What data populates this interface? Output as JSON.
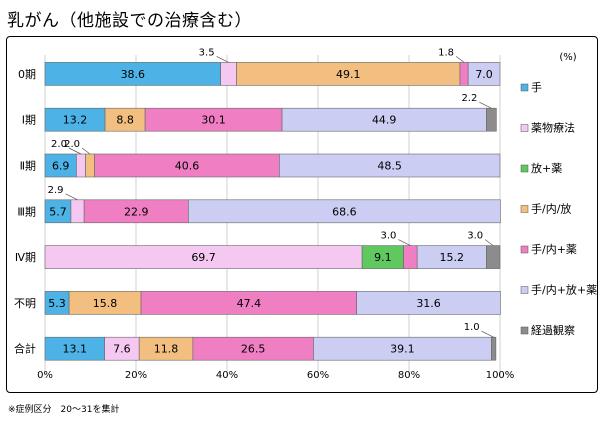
{
  "title": "乳がん（他施設での治療含む）",
  "footnote": "※症例区分　20～31を集計",
  "chart_data": {
    "type": "bar",
    "orientation": "horizontal",
    "stacked": "percent",
    "unit": "(%)",
    "categories": [
      "0期",
      "Ⅰ期",
      "Ⅱ期",
      "Ⅲ期",
      "Ⅳ期",
      "不明",
      "合計"
    ],
    "series": [
      {
        "name": "手",
        "color": "#4db3e6",
        "values": [
          38.6,
          13.2,
          6.9,
          5.7,
          0.0,
          5.3,
          13.1
        ]
      },
      {
        "name": "薬物療法",
        "color": "#f4c8f0",
        "values": [
          3.5,
          0.0,
          2.0,
          2.9,
          69.7,
          0.0,
          7.6
        ]
      },
      {
        "name": "放+薬",
        "color": "#5fc95f",
        "values": [
          0.0,
          0.0,
          0.0,
          0.0,
          9.1,
          0.0,
          0.0
        ]
      },
      {
        "name": "手/内/放",
        "color": "#f2bf80",
        "values": [
          49.1,
          8.8,
          2.0,
          0.0,
          0.0,
          15.8,
          11.8
        ]
      },
      {
        "name": "手/内+薬",
        "color": "#ef7ec3",
        "values": [
          1.8,
          30.1,
          40.6,
          22.9,
          3.0,
          47.4,
          26.5
        ]
      },
      {
        "name": "手/内+放+薬",
        "color": "#cccdf3",
        "values": [
          7.0,
          44.9,
          48.5,
          68.6,
          15.2,
          31.6,
          39.1
        ]
      },
      {
        "name": "経過観察",
        "color": "#8c8c8c",
        "values": [
          0.0,
          2.2,
          0.0,
          0.0,
          3.0,
          0.0,
          1.0
        ]
      }
    ],
    "xlim": [
      0,
      100
    ],
    "xticks": [
      "0%",
      "20%",
      "40%",
      "60%",
      "80%",
      "100%"
    ],
    "legend_position": "right"
  }
}
